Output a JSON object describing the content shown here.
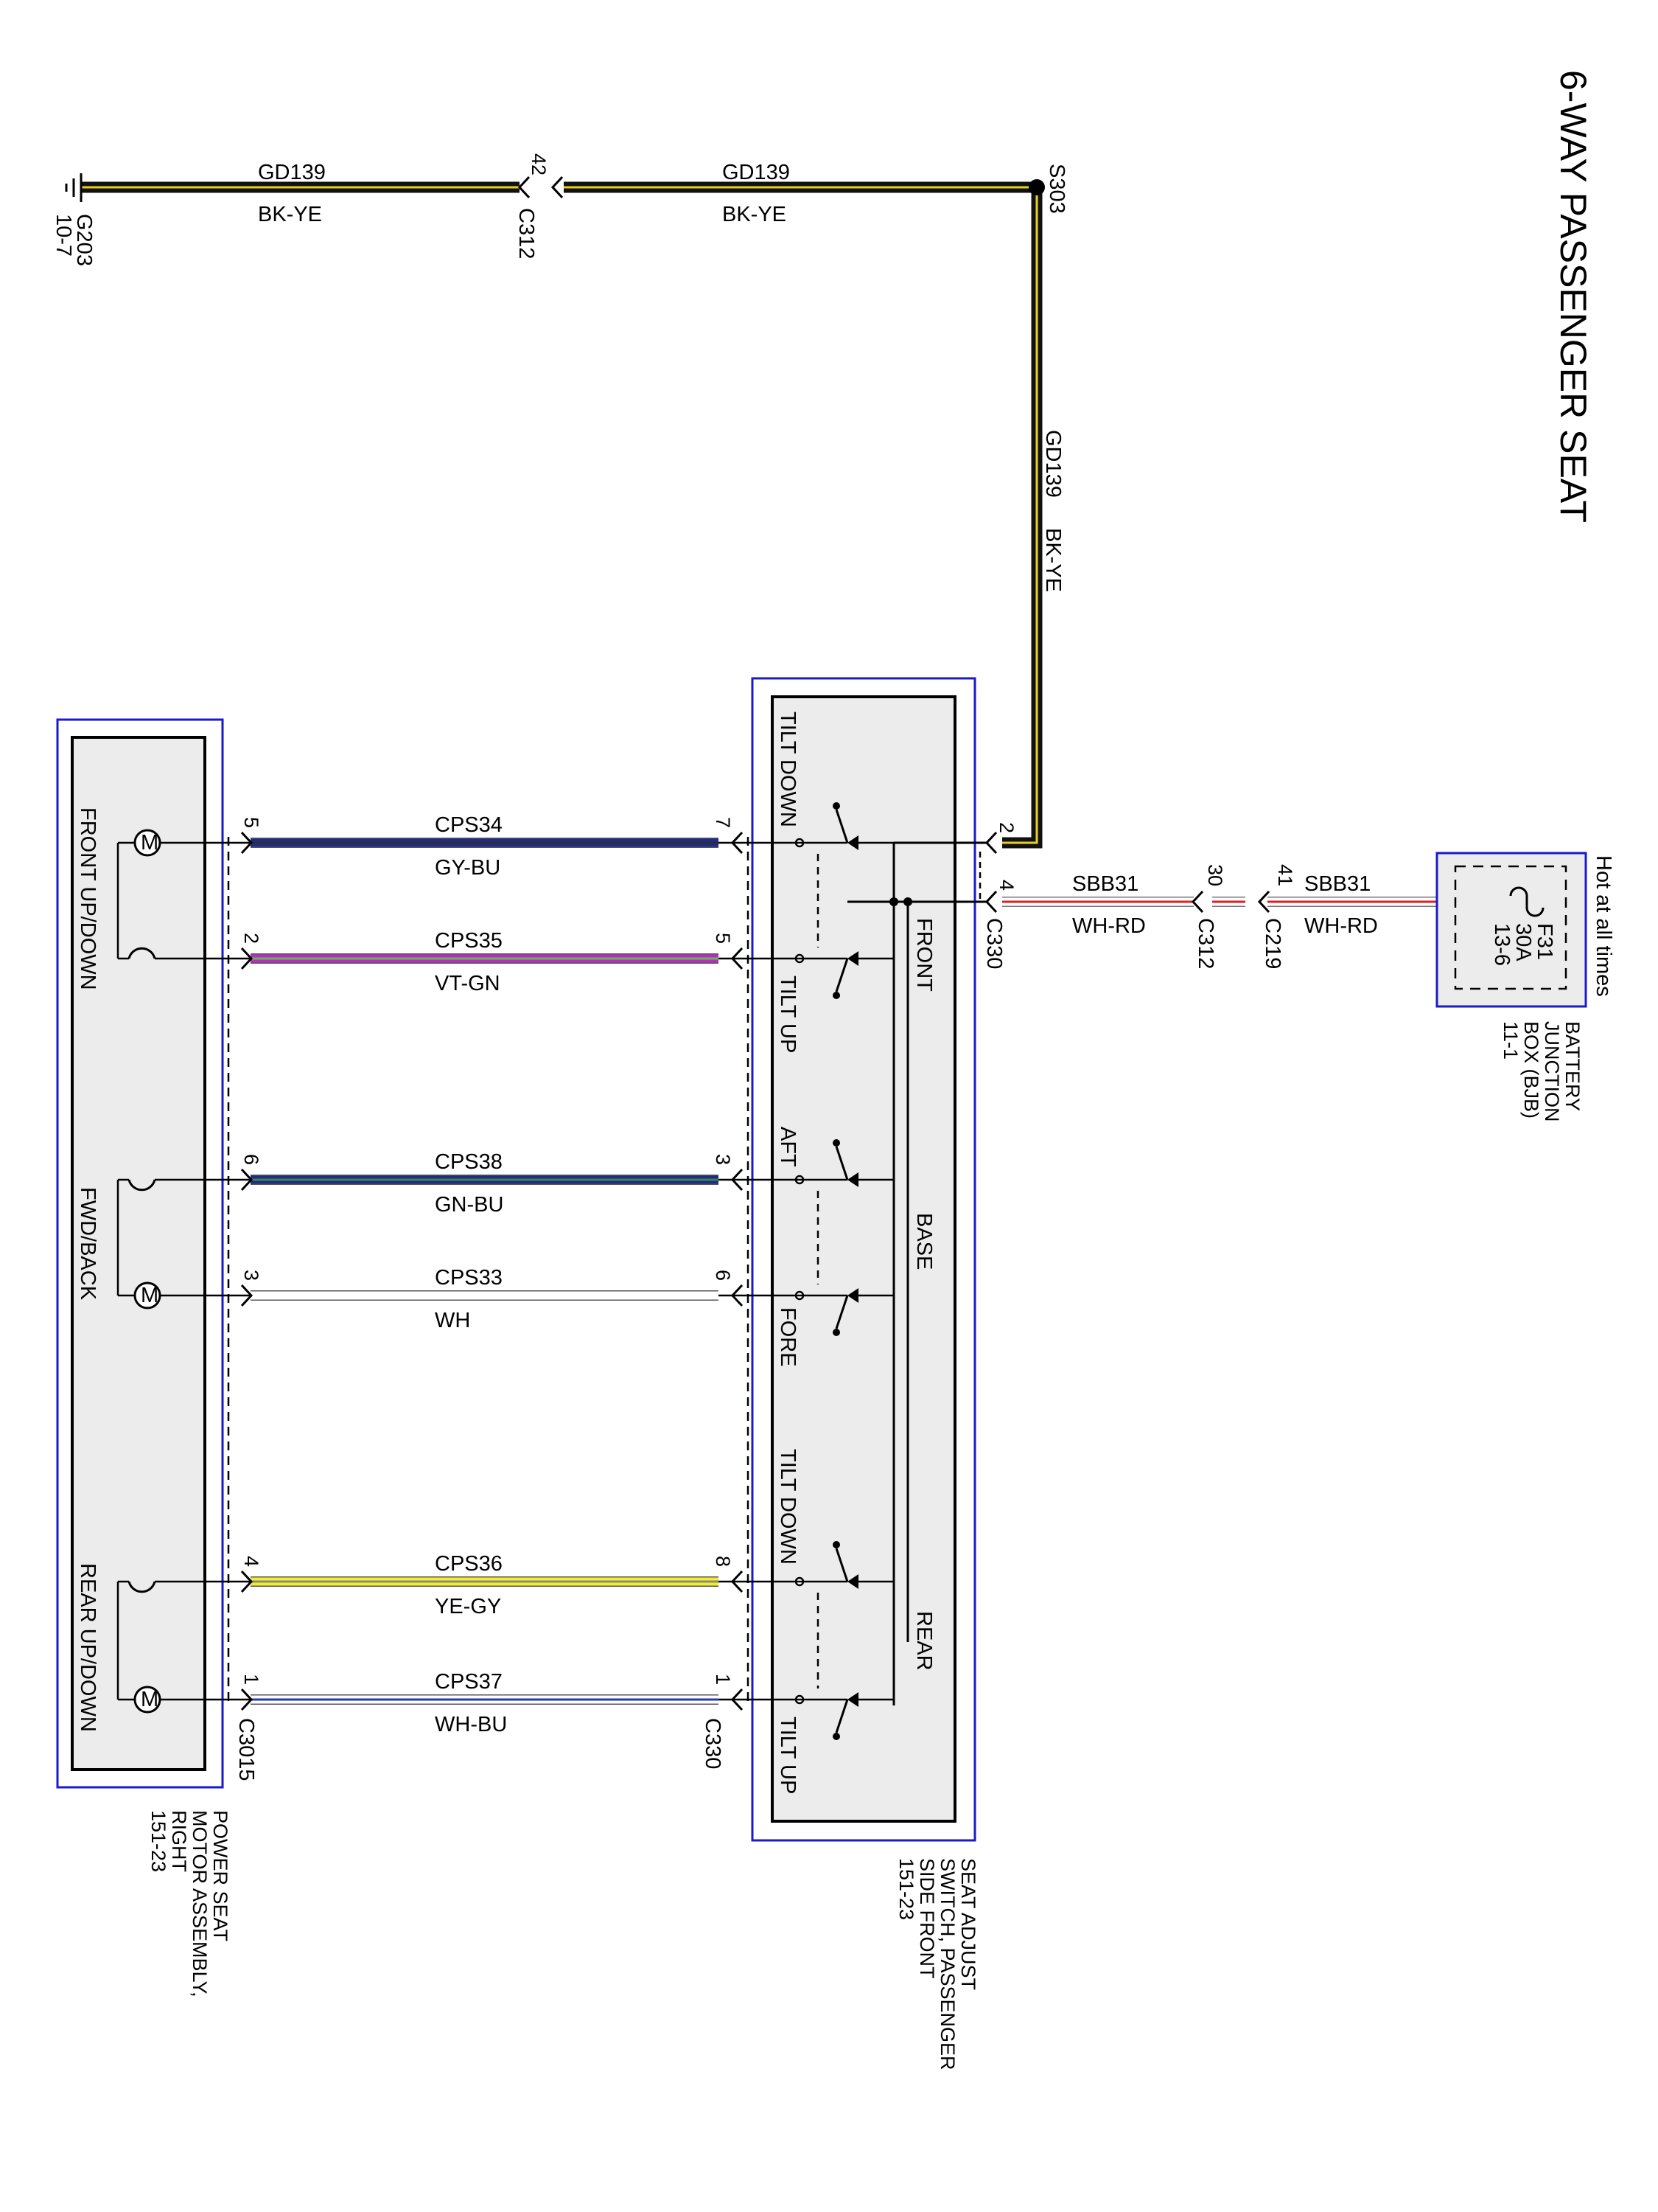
{
  "diagram": {
    "title": "6-WAY PASSENGER SEAT",
    "power_note": "Hot at all times",
    "ground": {
      "id": "G203",
      "page": "10-7"
    },
    "splice": "S303",
    "ground_circuit": {
      "circuit": "GD139",
      "color": "BK-YE"
    },
    "power_circuit": {
      "circuit": "SBB31",
      "color": "WH-RD"
    },
    "connectors": {
      "c312_ground_pin": "42",
      "c312_power_pin": "30",
      "c312": "C312",
      "c219_pin": "41",
      "c219": "C219",
      "c330": "C330",
      "c330_ground_pin": "2",
      "c330_power_pin": "4",
      "c3015": "C3015"
    },
    "bjb": {
      "fuse": "F31",
      "rating": "30A",
      "ref": "13-6",
      "name_lines": [
        "BATTERY",
        "JUNCTION",
        "BOX (BJB)",
        "11-1"
      ]
    },
    "switch": {
      "labels": [
        "TILT DOWN",
        "TILT UP",
        "AFT",
        "FORE",
        "TILT DOWN",
        "TILT UP"
      ],
      "groups": [
        "FRONT",
        "BASE",
        "REAR"
      ],
      "name_lines": [
        "SEAT ADJUST",
        "SWITCH, PASSENGER",
        "SIDE FRONT",
        "151-23"
      ]
    },
    "motors": {
      "labels": [
        "FRONT UP/DOWN",
        "FWD/BACK",
        "REAR UP/DOWN"
      ],
      "name_lines": [
        "POWER SEAT",
        "MOTOR ASSEMBLY,",
        "RIGHT",
        "151-23"
      ]
    },
    "wires": [
      {
        "circuit": "CPS34",
        "color": "GY-BU",
        "switch_pin": "7",
        "motor_pin": "5",
        "stroke": "#1f2a8f",
        "trace": "#2d2d2d"
      },
      {
        "circuit": "CPS35",
        "color": "VT-GN",
        "switch_pin": "5",
        "motor_pin": "2",
        "stroke": "#c227c9",
        "trace": "#55c24a"
      },
      {
        "circuit": "CPS38",
        "color": "GN-BU",
        "switch_pin": "3",
        "motor_pin": "6",
        "stroke": "#1f2a8f",
        "trace": "#3a8a3a"
      },
      {
        "circuit": "CPS33",
        "color": "WH",
        "switch_pin": "6",
        "motor_pin": "3",
        "stroke": "#ffffff",
        "trace": "#ffffff"
      },
      {
        "circuit": "CPS36",
        "color": "YE-GY",
        "switch_pin": "8",
        "motor_pin": "4",
        "stroke": "#f2ee2a",
        "trace": "#8a8a8a"
      },
      {
        "circuit": "CPS37",
        "color": "WH-BU",
        "switch_pin": "1",
        "motor_pin": "1",
        "stroke": "#ffffff",
        "trace": "#2a3aa8"
      }
    ],
    "colors": {
      "ground_wire": "#111111",
      "ground_trace": "#e6d21e",
      "power_wire": "#ffffff",
      "power_trace": "#d6232a",
      "component_outline": "#1a1acc"
    }
  }
}
